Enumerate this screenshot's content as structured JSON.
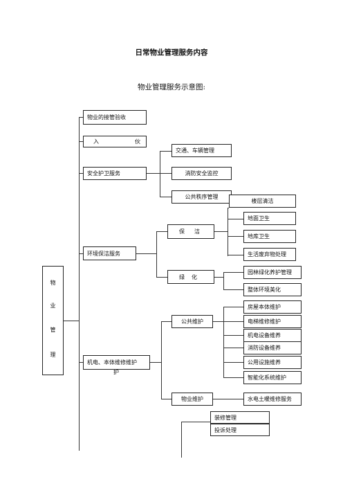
{
  "title": "日常物业管理服务内容",
  "subtitle": "物业管理服务示意图:",
  "root": [
    "物",
    "业",
    "管",
    "理"
  ],
  "level1": {
    "takeover": "物业的接管验收",
    "move_in_a": "入",
    "move_in_b": "伙",
    "security": "安全护卫服务",
    "environment": "环境保洁服务",
    "maintenance": "机电、本体维修维护"
  },
  "security_items": [
    "交通、车辆管理",
    "消防安全监控",
    "公共秩序管理"
  ],
  "environment": {
    "cleaning_a": "保",
    "cleaning_b": "洁",
    "cleaning_items": [
      "楼层清洁",
      "地面卫生",
      "地库卫生",
      "生活废弃物处理"
    ],
    "green_a": "绿",
    "green_b": "化",
    "green_items": [
      "园林绿化养护管理",
      "整体环境美化"
    ]
  },
  "maintenance": {
    "public": "公共维护",
    "public_items": [
      "房屋本体维护",
      "电梯维修维护",
      "机电设备维养",
      "消防设备维养",
      "公用设施维养",
      "智能化系统维护"
    ],
    "property": "物业维护",
    "property_items": [
      "水电土暖维修服务"
    ]
  },
  "other_items": [
    "装修管理",
    "投诉处理"
  ]
}
